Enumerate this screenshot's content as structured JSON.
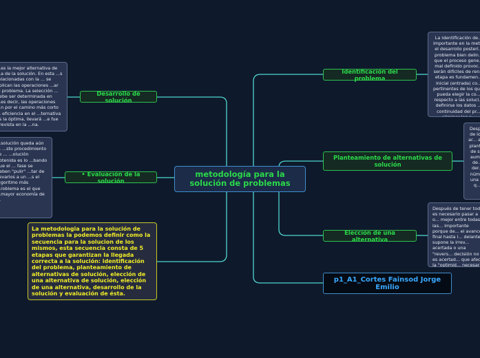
{
  "central": {
    "label": "metodología para la solución de problemas"
  },
  "branches": {
    "identificacion": "Identificación del problema",
    "planteamiento": "Planteamiento de alternativas de solución",
    "eleccion": "Elección de una alternativa",
    "desarrollo": "Desarrollo de solución",
    "evaluacion": "• Evaluación de la solución"
  },
  "title_node": {
    "label": "p1_A1_Cortes Fainsod Jorge Emilio"
  },
  "summary": "La metodologia para la solución de problemas la podemos definir como la secuencia para la solucion de los mismos, esta secuencia consta de 5 etapas que garantizan la llegada correcta a la solución: identificación del problema, planteamiento de alternativas de solución, elección de una alternativa de solución, elección de una alternativa, desarrollo de la solución y evaluación de ésta.",
  "notes": {
    "identificacion": "La identificación de... importante en la met... el desarrollo posteri... problema bien delin... que el proceso gene... mal definido provoc... serán difíciles de ren... etapa es fundamen... inicial (entrada) co... pertinentes de los qu... pueda elegir la co... respecto a las soluci... definirse los datos ... continuidad del pr... eliminar las c...",
    "planteamiento": "Desp... de lo... ar... al... plant... de s... aum... de... der... núm... una ... q...",
    "eleccion": "Después de tener tod... es necesario pasar a o... mejor entre todas las... importante porque de... el avance final hasta l... delante supone la irrev... acertada o una \"revers... decisión no es acertad... que afecta la \"optimid... necesario que cada alt... para que la toma de d...",
    "desarrollo": "...es la mejor alternativa de ...a de la solución. En esta ...s relacionadas con la ... se aplican las operaciones ...ar el problema. La selección ... debe ser determinada en ...es decir, las operaciones ...n por el camino más corto ... eficiencia en el ...ternativa es la óptima, llevará ...e fue prevista en la ...na.",
    "evaluacion": "...solución queda aún ... ...ste procedimiento se ... ...olución obtenida es lo ...bando que el ... fase se deben \"pulir\" ...tar de llevarlos a un ...s el algoritmo más ...roblema es el que ...mayor economía de ..."
  }
}
